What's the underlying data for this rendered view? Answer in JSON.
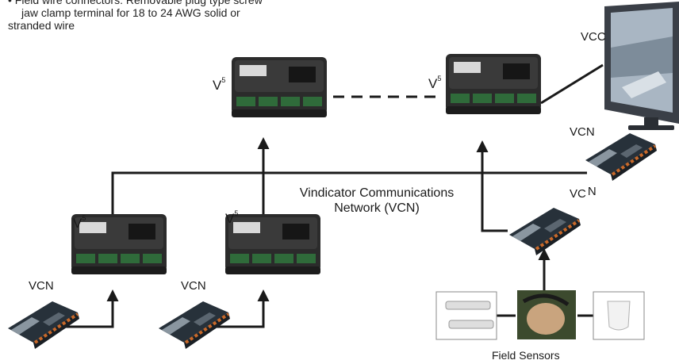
{
  "note": {
    "line1": "Field wire connectors: Removable plug type screw",
    "line2": "jaw clamp terminal for 18 to 24 AWG solid or",
    "line3": "stranded wire"
  },
  "labels": {
    "v5_base": "V",
    "v5_sup": "5",
    "vcc": "VCC",
    "vcn": "VCN",
    "vcn_split_a": "VC",
    "vcn_split_b": "N",
    "network_line1": "Vindicator  Communications",
    "network_line2": "Network (VCN)",
    "field_sensors": "Field Sensors"
  },
  "colors": {
    "line": "#1a1a1a",
    "controller_body": "#2b2b2b",
    "terminal_green": "#2f6b3a",
    "board_orange": "#c8692a",
    "monitor_bezel": "#3a3f47"
  }
}
